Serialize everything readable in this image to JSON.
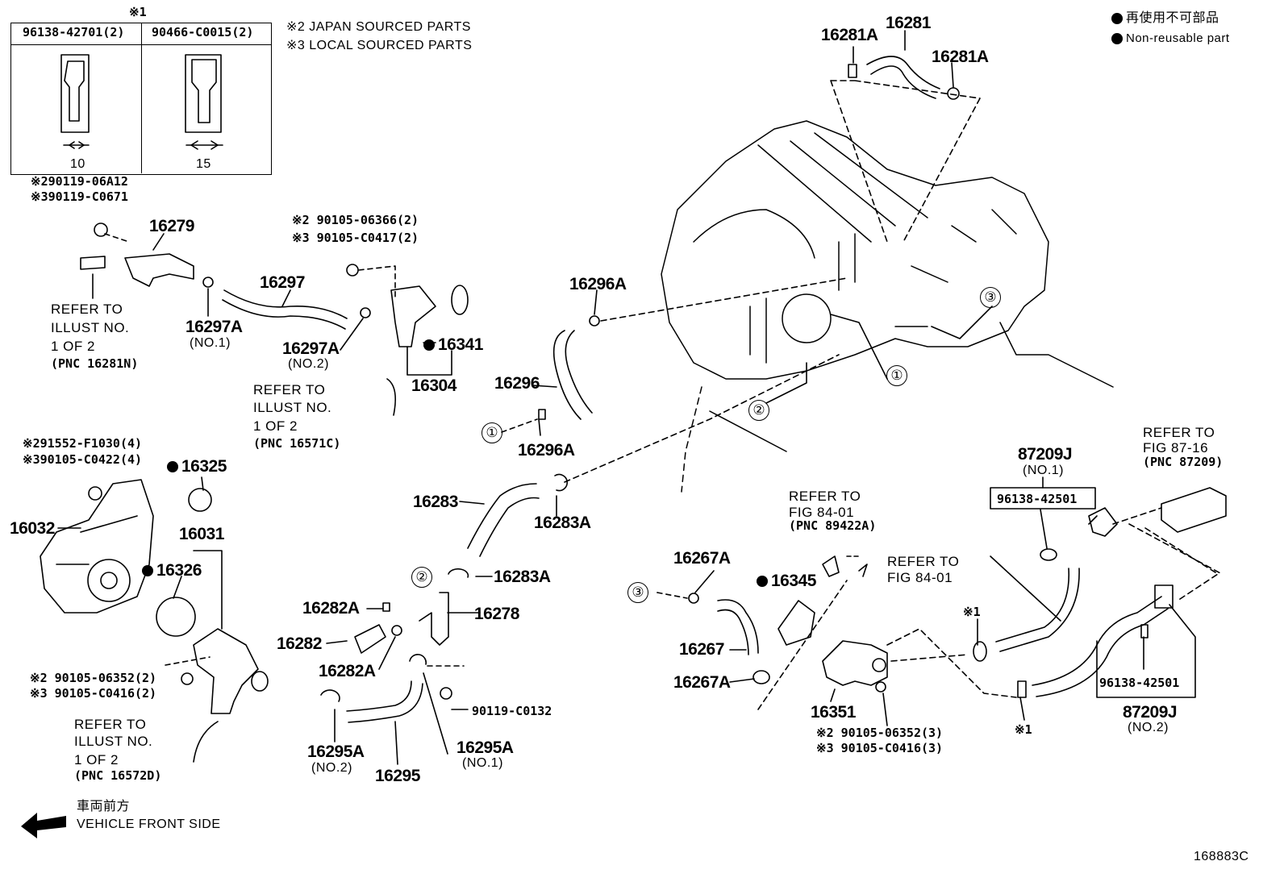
{
  "header": {
    "note1": "※1",
    "clip_table": [
      {
        "part": "96138-42701(2)",
        "dim": "10"
      },
      {
        "part": "90466-C0015(2)",
        "dim": "15"
      }
    ],
    "note2": "※2 JAPAN SOURCED PARTS",
    "note3": "※3 LOCAL SOURCED PARTS"
  },
  "legend": {
    "jp": "再使用不可部品",
    "en": "Non-reusable part"
  },
  "labels": {
    "p16281A_a": "16281A",
    "p16281": "16281",
    "p16281A_b": "16281A",
    "bolt_top_jp": "※290119-06A12",
    "bolt_top_local": "※390119-C0671",
    "p16279": "16279",
    "p16297A_1": "16297A",
    "p16297A_1_sub": "(NO.1)",
    "p16297": "16297",
    "p16297A_2": "16297A",
    "p16297A_2_sub": "(NO.2)",
    "bolt2_jp": "※2 90105-06366(2)",
    "bolt2_local": "※3 90105-C0417(2)",
    "p16341": "16341",
    "p16304": "16304",
    "p16296A_top": "16296A",
    "p16296": "16296",
    "p16296A_bot": "16296A",
    "ref1_l1": "REFER TO",
    "ref1_l2": "ILLUST NO.",
    "ref1_l3": "1 OF 2",
    "ref1_l4": "(PNC 16281N)",
    "ref2_l1": "REFER TO",
    "ref2_l2": "ILLUST NO.",
    "ref2_l3": "1 OF 2",
    "ref2_l4": "(PNC 16571C)",
    "bolt3_jp": "※291552-F1030(4)",
    "bolt3_local": "※390105-C0422(4)",
    "p16325": "16325",
    "p16032": "16032",
    "p16031": "16031",
    "p16326": "16326",
    "bolt4_jp": "※2 90105-06352(2)",
    "bolt4_local": "※3 90105-C0416(2)",
    "ref3_l1": "REFER TO",
    "ref3_l2": "ILLUST NO.",
    "ref3_l3": "1 OF 2",
    "ref3_l4": "(PNC 16572D)",
    "p16283": "16283",
    "p16283A_a": "16283A",
    "p16283A_b": "16283A",
    "p16282A_a": "16282A",
    "p16282": "16282",
    "p16282A_b": "16282A",
    "p16278": "16278",
    "p90119_C0132": "90119-C0132",
    "p16295A_2": "16295A",
    "p16295A_2_sub": "(NO.2)",
    "p16295": "16295",
    "p16295A_1": "16295A",
    "p16295A_1_sub": "(NO.1)",
    "ref4_l1": "REFER TO",
    "ref4_l2": "FIG 84-01",
    "ref4_l3": "(PNC 89422A)",
    "ref5_l1": "REFER TO",
    "ref5_l2": "FIG 84-01",
    "p16267A_a": "16267A",
    "p16345": "16345",
    "p16267": "16267",
    "p16267A_b": "16267A",
    "p16351": "16351",
    "bolt5_jp": "※2 90105-06352(3)",
    "bolt5_local": "※3 90105-C0416(3)",
    "p87209J_1": "87209J",
    "p87209J_1_sub": "(NO.1)",
    "p96138_a": "96138-42501",
    "ref6_l1": "REFER TO",
    "ref6_l2": "FIG 87-16",
    "ref6_l3": "(PNC 87209)",
    "star1_a": "※1",
    "star1_b": "※1",
    "p96138_b": "96138-42501",
    "p87209J_2": "87209J",
    "p87209J_2_sub": "(NO.2)",
    "front_jp": "車両前方",
    "front_en": "VEHICLE FRONT SIDE",
    "fig_id": "168883C"
  },
  "circled": [
    "①",
    "②",
    "③"
  ]
}
